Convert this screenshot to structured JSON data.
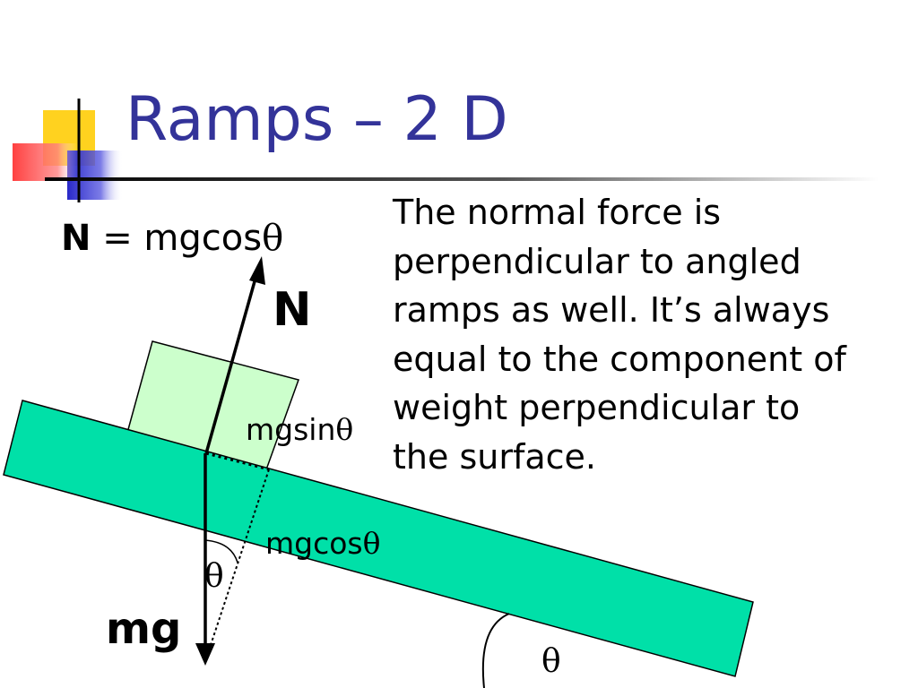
{
  "slide": {
    "title": "Ramps – 2 D",
    "body_lines": [
      "The normal force is",
      "perpendicular to angled",
      "ramps as well. It’s always",
      "equal to the component of",
      "weight perpendicular to",
      "the surface."
    ]
  },
  "diagram": {
    "equation": {
      "bold_part": "N",
      "rest": " = mgcos",
      "theta": "θ"
    },
    "label_N": "N",
    "label_mg": "mg",
    "label_mgsin": "mgsin",
    "label_mgcos": "mgcos",
    "theta_symbol": "θ"
  },
  "colors": {
    "title": "#333399",
    "ramp_fill": "#00e0a8",
    "block_fill": "#ccffcc",
    "deco_yellow": "#ffd21f",
    "deco_red": "#ff3b3b",
    "deco_blue": "#3333cc"
  }
}
